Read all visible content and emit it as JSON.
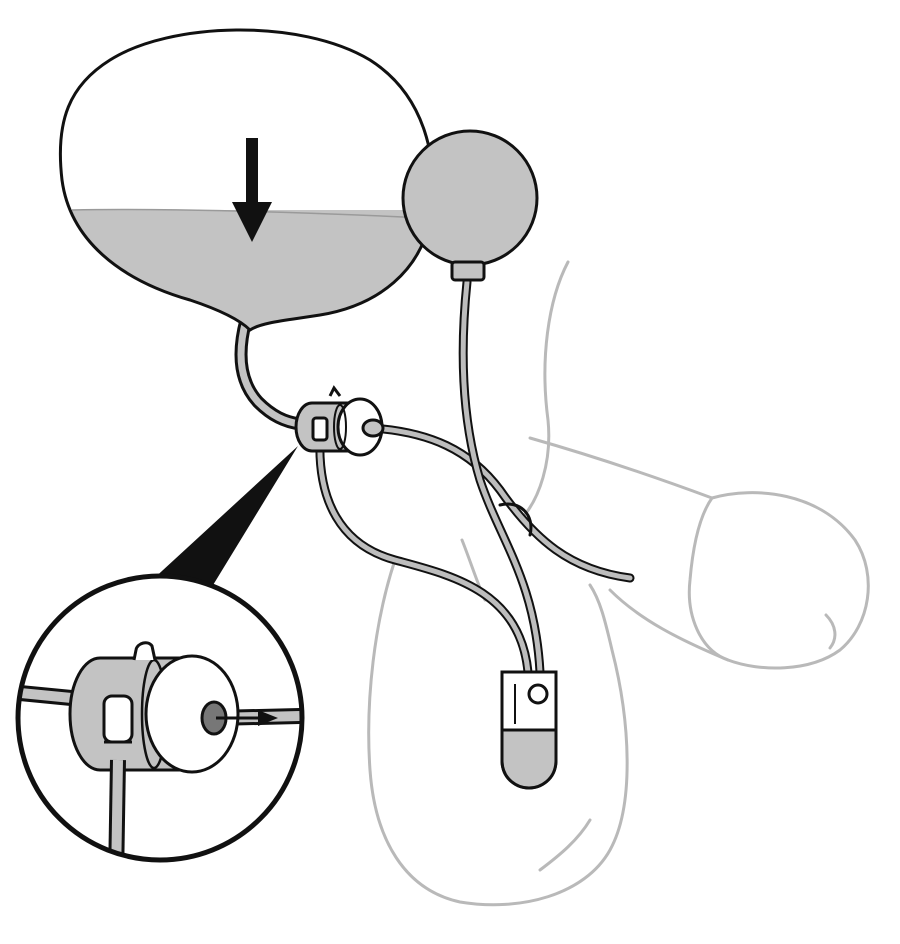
{
  "diagram": {
    "components": [
      "bladder",
      "urine",
      "fill-arrow",
      "pressure-balloon",
      "control-pump",
      "cuff",
      "cuff-detail-magnifier",
      "anatomy-outline"
    ],
    "colors": {
      "ink": "#111111",
      "fill_gray": "#c3c3c3",
      "tube_gray": "#bdbdbd",
      "anatomy_line": "#b9b9b9",
      "background": "#ffffff"
    }
  }
}
